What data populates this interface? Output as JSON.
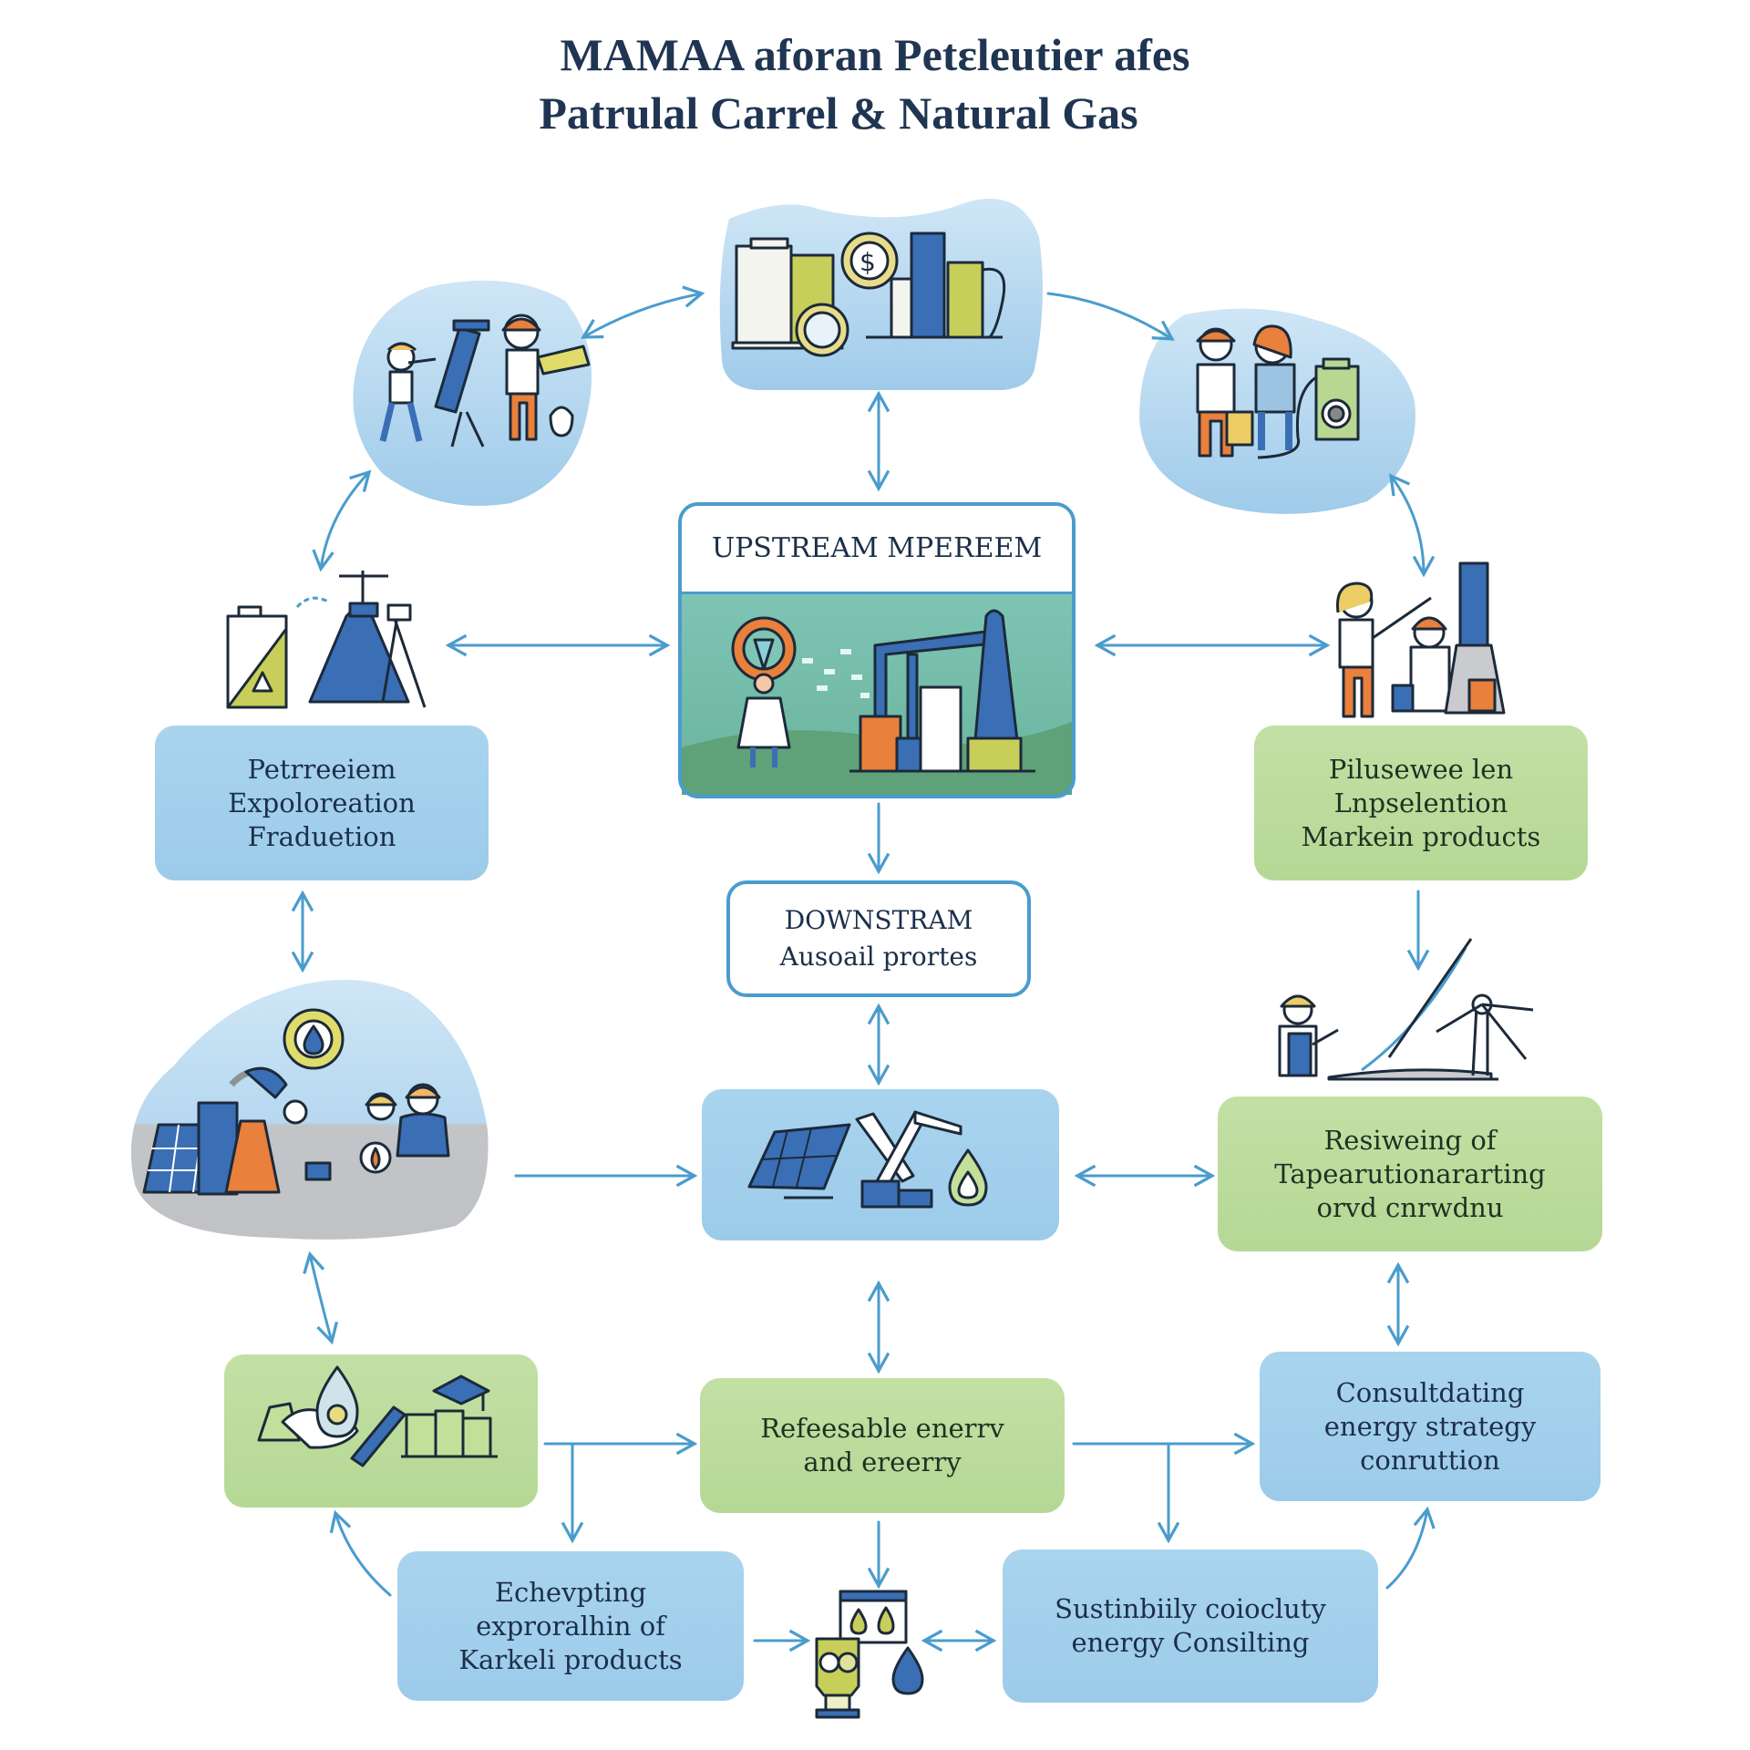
{
  "title": {
    "line1": "MAMAA aforan Petɛleutier afes",
    "line2": "Patrulal Carrel & Natural Gas"
  },
  "center": {
    "upstream_header": "UPSTREAM MPEREEM",
    "downstream_title": "DOWNSTRAM",
    "downstream_subtitle": "Ausoail prortes"
  },
  "boxes": {
    "petroleum_exploration": [
      "Petrreeiem",
      "Expoloreation",
      "Fraduetion"
    ],
    "pilusewee_marketing": [
      "Pilusewee len",
      "Lnpselention",
      "Markein products"
    ],
    "reviewing_transportation": [
      "Resiweing of",
      "Tapearutionararting",
      "orvd cnrwdnu"
    ],
    "renewable_energy": [
      "Refeesable enerrv",
      "and ereerry"
    ],
    "consulting_strategy": [
      "Consultdating",
      "energy strategy",
      "conruttion"
    ],
    "exploration_market": [
      "Echevpting",
      "exproralhin of",
      "Karkeli products"
    ],
    "sustainability_consulting": [
      "Sustinbiily coiocluty",
      "energy Consilting"
    ]
  },
  "illustrations": [
    {
      "id": "finance-buildings",
      "icon": "dollar-coin-icon"
    },
    {
      "id": "exploration-team",
      "icon": "telescope-drill-icon"
    },
    {
      "id": "retail-workers",
      "icon": "fuel-pump-icon"
    },
    {
      "id": "drilling-rig",
      "icon": "warning-tank-icon"
    },
    {
      "id": "engineer-presentation",
      "icon": "refinery-tower-icon"
    },
    {
      "id": "refinery-solar",
      "icon": "gear-droplet-icon"
    },
    {
      "id": "worker-wind-turbine",
      "icon": "wind-turbine-icon"
    },
    {
      "id": "solar-pumpjack",
      "icon": "oil-drop-icon"
    },
    {
      "id": "education-handshake",
      "icon": "graduation-cap-icon"
    },
    {
      "id": "oil-dispenser",
      "icon": "droplet-icon"
    }
  ],
  "colors": {
    "accent_blue": "#4a9ccd",
    "box_blue": "#a9d4ee",
    "box_green": "#c3e0a4",
    "title_navy": "#1f3552",
    "orange": "#e9803c",
    "yellow_green": "#c7cf5a",
    "deep_blue": "#3a6fb5"
  }
}
